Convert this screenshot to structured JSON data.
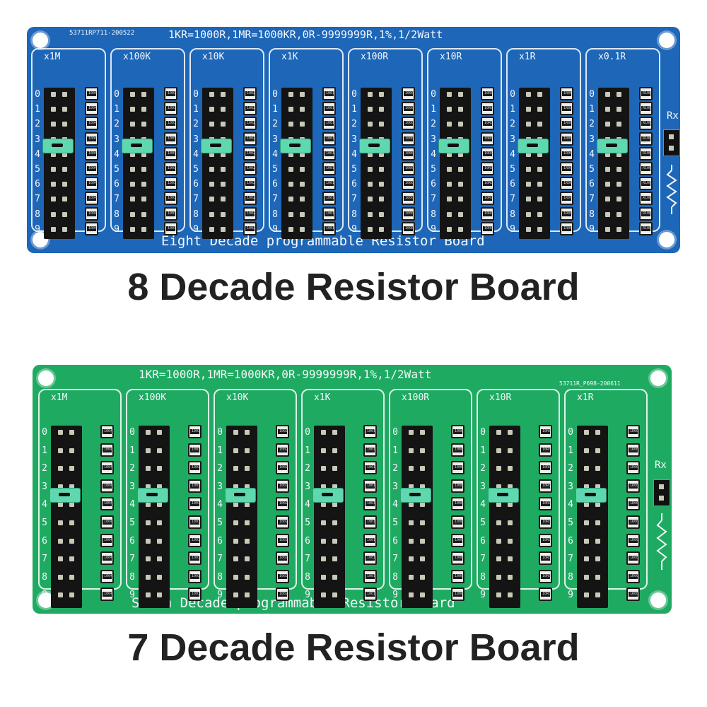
{
  "colors": {
    "blue_board": "#1d66b8",
    "green_board": "#1faa62",
    "caption_text": "#222222"
  },
  "blue_board": {
    "part_no": "53711RP711-200522",
    "spec_text": "1KR=1000R,1MR=1000KR,0R-9999999R,1%,1/2Watt",
    "bottom_text": "Eight Decade programmable Resistor Board",
    "rx_label": "Rx",
    "decades": [
      {
        "label": "x1M",
        "code": "1004",
        "jumper_row": 3.5
      },
      {
        "label": "x100K",
        "code": "1003",
        "jumper_row": 3.5
      },
      {
        "label": "x10K",
        "code": "1002",
        "jumper_row": 3.5
      },
      {
        "label": "x1K",
        "code": "1001",
        "jumper_row": 3.5
      },
      {
        "label": "x100R",
        "code": "1000",
        "jumper_row": 3.5
      },
      {
        "label": "x10R",
        "code": "10R0",
        "jumper_row": 3.5
      },
      {
        "label": "x1R",
        "code": "1R00",
        "jumper_row": 3.5
      },
      {
        "label": "x0.1R",
        "code": "R100",
        "jumper_row": 3.5
      }
    ]
  },
  "green_board": {
    "part_no": "53711R_P698-200611",
    "spec_text": "1KR=1000R,1MR=1000KR,0R-9999999R,1%,1/2Watt",
    "bottom_text": "Seven Decade programmable Resistor Board",
    "rx_label": "Rx",
    "decades": [
      {
        "label": "x1M",
        "code": "1004",
        "jumper_row": 3.5
      },
      {
        "label": "x100K",
        "code": "1003",
        "jumper_row": 3.5
      },
      {
        "label": "x10K",
        "code": "1002",
        "jumper_row": 3.5
      },
      {
        "label": "x1K",
        "code": "1001",
        "jumper_row": 3.5
      },
      {
        "label": "x100R",
        "code": "1000",
        "jumper_row": 3.5
      },
      {
        "label": "x10R",
        "code": "10R0",
        "jumper_row": 3.5
      },
      {
        "label": "x1R",
        "code": "1R00",
        "jumper_row": 3.5
      }
    ]
  },
  "captions": {
    "top": "8 Decade Resistor Board",
    "bottom": "7 Decade Resistor Board"
  },
  "row_numbers": [
    "0",
    "1",
    "2",
    "3",
    "4",
    "5",
    "6",
    "7",
    "8",
    "9"
  ]
}
